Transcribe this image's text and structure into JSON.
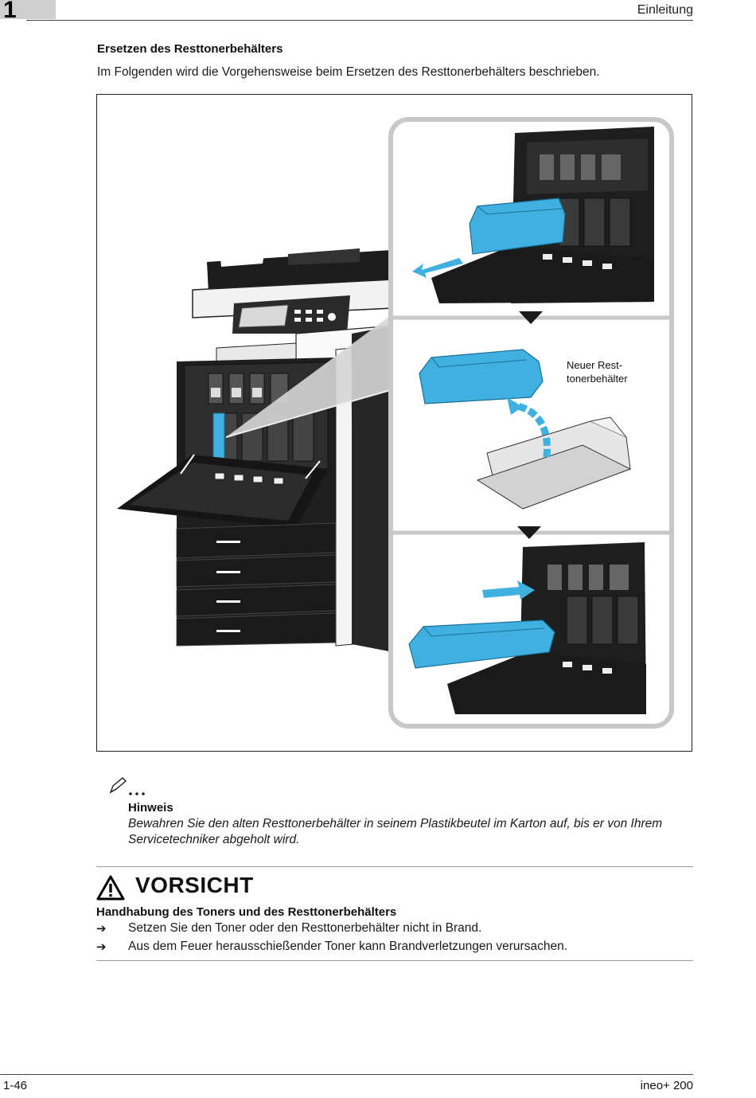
{
  "header": {
    "chapter_number": "1",
    "chapter_title": "Einleitung"
  },
  "section": {
    "heading": "Ersetzen des Resttonerbehälters",
    "intro": "Im Folgenden wird die Vorgehensweise beim Ersetzen des Resttonerbehälters beschrieben."
  },
  "figure": {
    "callout_label": "Neuer Rest-\ntonerbehälter",
    "accent_color": "#3fb0e0",
    "step_count": 3
  },
  "note": {
    "icon": "pencil-note-icon",
    "title": "Hinweis",
    "text": "Bewahren Sie den alten Resttonerbehälter in seinem Plastikbeutel im Karton auf, bis er von Ihrem Servicetechniker abgeholt wird."
  },
  "caution": {
    "icon": "warning-triangle-icon",
    "title": "VORSICHT",
    "subtitle": "Handhabung des Toners und des Resttonerbehälters",
    "bullet_symbol": "➔",
    "items": [
      "Setzen Sie den Toner oder den Resttonerbehälter nicht in Brand.",
      "Aus dem Feuer herausschießender Toner kann Brandverletzungen verursachen."
    ]
  },
  "footer": {
    "page_number": "1-46",
    "product": "ineo+ 200"
  }
}
